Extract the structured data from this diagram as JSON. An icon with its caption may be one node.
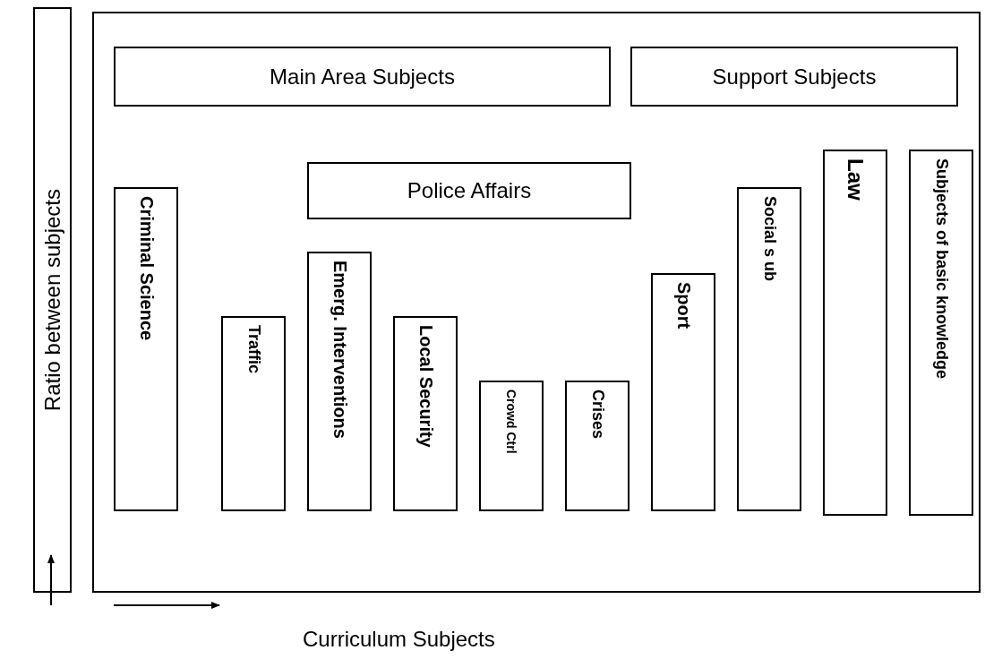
{
  "diagram": {
    "nodes": [
      {
        "text": [
          "Ratio between subjects"
        ]
      },
      {
        "text": [],
        "shape": "box"
      },
      {
        "text": [
          "Main Area Subjects"
        ],
        "in": 1
      },
      {
        "text": [
          "Support Subjects"
        ],
        "in": 1
      },
      {
        "text": [
          "Police Affairs"
        ],
        "in": 1
      },
      {
        "text": [
          "Criminal Science"
        ],
        "in": 1
      },
      {
        "text": [
          "Traffic"
        ],
        "in": 1
      },
      {
        "text": [
          "Emerg. Interventions"
        ],
        "in": 1
      },
      {
        "text": [
          "Local Security"
        ],
        "in": 1
      },
      {
        "text": [
          "Crowd Ctrl"
        ],
        "in": 1
      },
      {
        "text": [
          "Crises"
        ],
        "in": 1
      },
      {
        "text": [
          "Sport"
        ],
        "in": 1
      },
      {
        "text": [
          "Social s ub"
        ],
        "in": 1
      },
      {
        "text": [
          "Law"
        ],
        "in": 1
      },
      {
        "text": [
          "Subjects of basic knowledge"
        ],
        "in": 1
      }
    ],
    "labels": [
      "Curriculum Subjects"
    ]
  }
}
